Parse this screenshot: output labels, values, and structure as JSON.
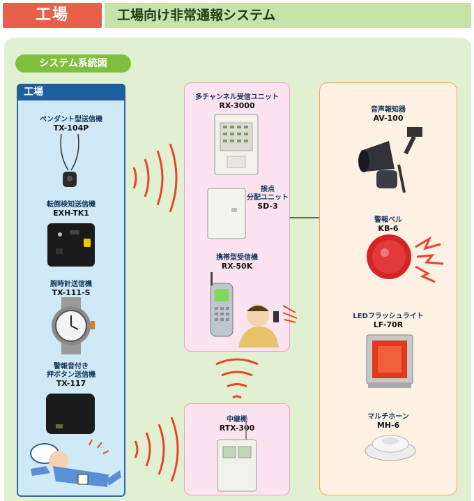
{
  "header": {
    "tag": "工場",
    "title": "工場向け非常通報システム"
  },
  "section_pill": "システム系統図",
  "factory": {
    "heading": "工場",
    "devices": [
      {
        "name": "ペンダント型送信機",
        "model": "TX-104P"
      },
      {
        "name": "転倒検知送信機",
        "model": "EXH-TK1"
      },
      {
        "name": "腕時計送信機",
        "model": "TX-111-S"
      },
      {
        "name_lines": [
          "警報音付き",
          "押ボタン送信機"
        ],
        "model": "TX-117"
      }
    ]
  },
  "center": {
    "receiver": {
      "name": "多チャンネル受信ユニット",
      "model": "RX-3000"
    },
    "splitter": {
      "name_lines": [
        "接点",
        "分配ユニット"
      ],
      "model": "SD-3"
    },
    "portable": {
      "name": "携帯型受信機",
      "model": "RX-50K"
    },
    "relay": {
      "name": "中継機",
      "model": "RTX-300"
    }
  },
  "outputs": [
    {
      "name": "音声報知器",
      "model": "AV-100"
    },
    {
      "name": "警報ベル",
      "model": "KB-6"
    },
    {
      "name": "LEDフラッシュライト",
      "model": "LF-70R"
    },
    {
      "name": "マルチホーン",
      "model": "MH-6"
    }
  ],
  "colors": {
    "header_tag": "#e8604a",
    "header_bar": "#c6e3a8",
    "panel": "#e2f0d2",
    "pill": "#7fbf3f",
    "factory_head": "#1f5e9e",
    "factory_bg": "#cfe9f7",
    "pink_box": "#fbe3ef",
    "orange_box": "#fdf1e4",
    "radio_waves": "#e8452a"
  }
}
